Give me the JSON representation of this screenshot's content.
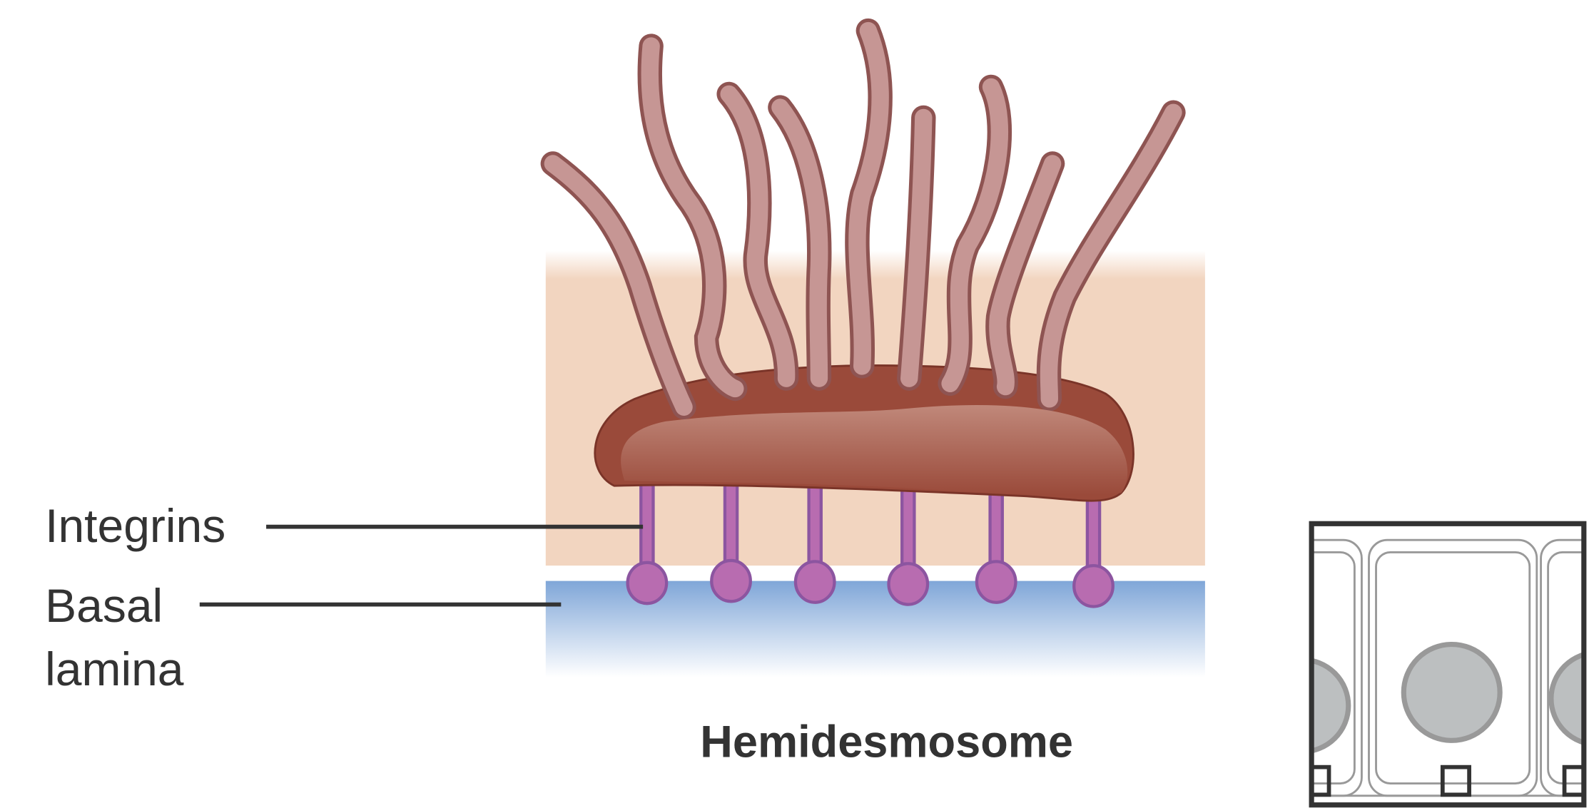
{
  "labels": {
    "integrins": "Integrins",
    "basal_line1": "Basal",
    "basal_line2": "lamina",
    "title": "Hemidesmosome"
  },
  "colors": {
    "cytoplasm": "#f2d5c0",
    "basal_lamina": "#7fa6d8",
    "plaque": "#9a4a3a",
    "filament": "#b9807c",
    "integrin": "#b86cb0",
    "label_line": "#333333",
    "inset_border": "#333333",
    "inset_nucleus": "#bcbfc0"
  },
  "icons": {
    "inset": "epithelial-cells-inset"
  }
}
